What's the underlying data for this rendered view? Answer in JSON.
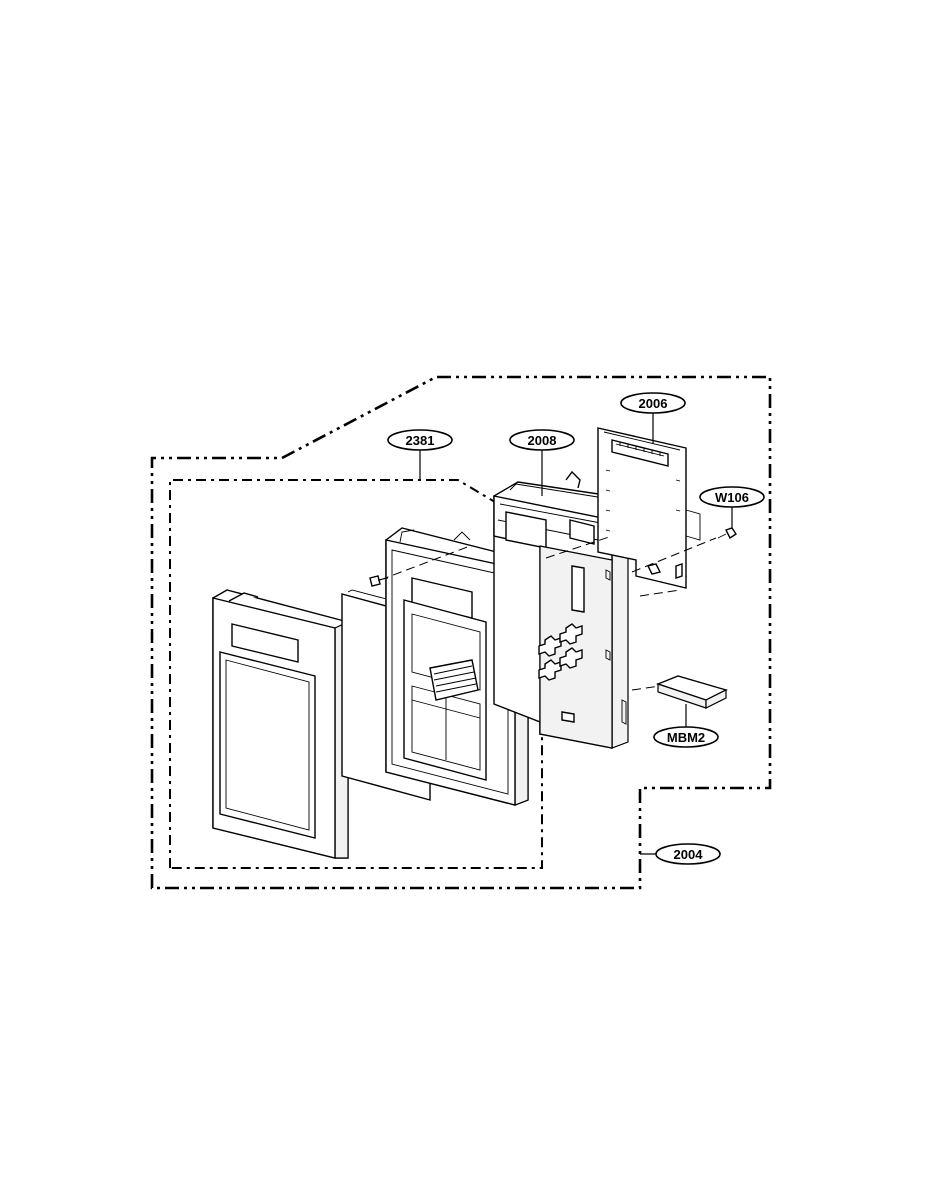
{
  "labels": {
    "part_2006": "2006",
    "part_2008": "2008",
    "part_2381": "2381",
    "part_W106": "W106",
    "part_MBM2": "MBM2",
    "part_2004": "2004"
  }
}
